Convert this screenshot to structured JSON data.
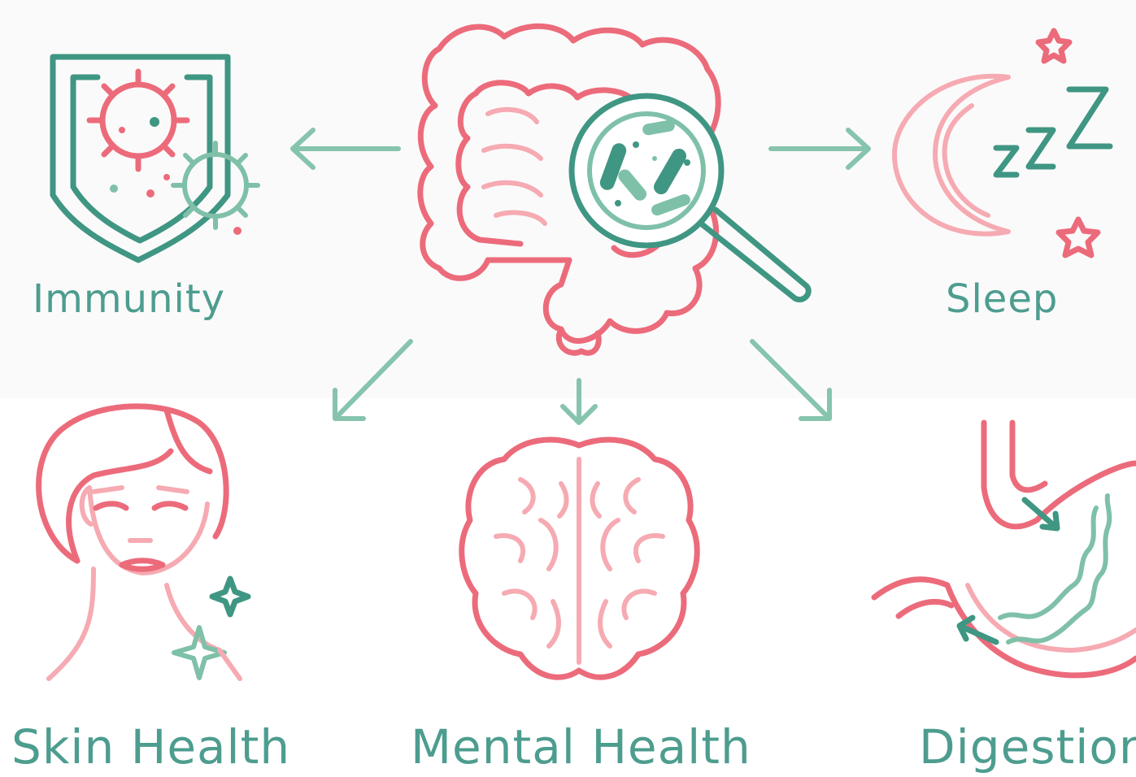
{
  "labels": {
    "immunity": "Immunity",
    "sleep": "Sleep",
    "skin": "Skin Health",
    "mental": "Mental Health",
    "digestion": "Digestion"
  },
  "icons": {
    "center": "gut-magnifier-icon",
    "immunity": "shield-virus-icon",
    "sleep": "moon-zzz-icon",
    "skin": "woman-face-icon",
    "mental": "brain-icon",
    "digestion": "stomach-icon"
  },
  "colors": {
    "pink": "#ec6b7b",
    "light_pink": "#f6aab2",
    "teal": "#3f9683",
    "light_teal": "#86c4ad",
    "label": "#4d9d8f"
  }
}
